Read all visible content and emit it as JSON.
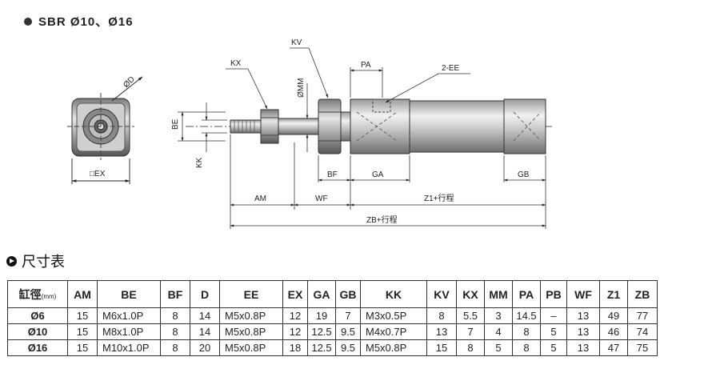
{
  "title": "SBR  Ø10、Ø16",
  "section_title": "尺寸表",
  "drawing_labels": {
    "od": "ØD",
    "ex": "□EX",
    "kx": "KX",
    "kv": "KV",
    "be": "BE",
    "kk": "KK",
    "omm": "ØMM",
    "pa": "PA",
    "ee": "2-EE",
    "bf": "BF",
    "ga": "GA",
    "gb": "GB",
    "am": "AM",
    "wf": "WF",
    "z1": "Z1+行程",
    "zb": "ZB+行程"
  },
  "table": {
    "bore_header": "缸徑",
    "unit": "(mm)",
    "headers": [
      "AM",
      "BE",
      "BF",
      "D",
      "EE",
      "EX",
      "GA",
      "GB",
      "KK",
      "KV",
      "KX",
      "MM",
      "PA",
      "PB",
      "WF",
      "Z1",
      "ZB"
    ],
    "rows": [
      {
        "bore": "Ø6",
        "cells": [
          "15",
          "M6x1.0P",
          "8",
          "14",
          "M5x0.8P",
          "12",
          "19",
          "7",
          "M3x0.5P",
          "8",
          "5.5",
          "3",
          "14.5",
          "–",
          "13",
          "49",
          "77"
        ]
      },
      {
        "bore": "Ø10",
        "cells": [
          "15",
          "M8x1.0P",
          "8",
          "14",
          "M5x0.8P",
          "12",
          "12.5",
          "9.5",
          "M4x0.7P",
          "13",
          "7",
          "4",
          "8",
          "5",
          "13",
          "46",
          "74"
        ]
      },
      {
        "bore": "Ø16",
        "cells": [
          "15",
          "M10x1.0P",
          "8",
          "20",
          "M5x0.8P",
          "18",
          "12.5",
          "9.5",
          "M5x0.8P",
          "15",
          "8",
          "5",
          "8",
          "5",
          "13",
          "47",
          "75"
        ]
      }
    ]
  }
}
